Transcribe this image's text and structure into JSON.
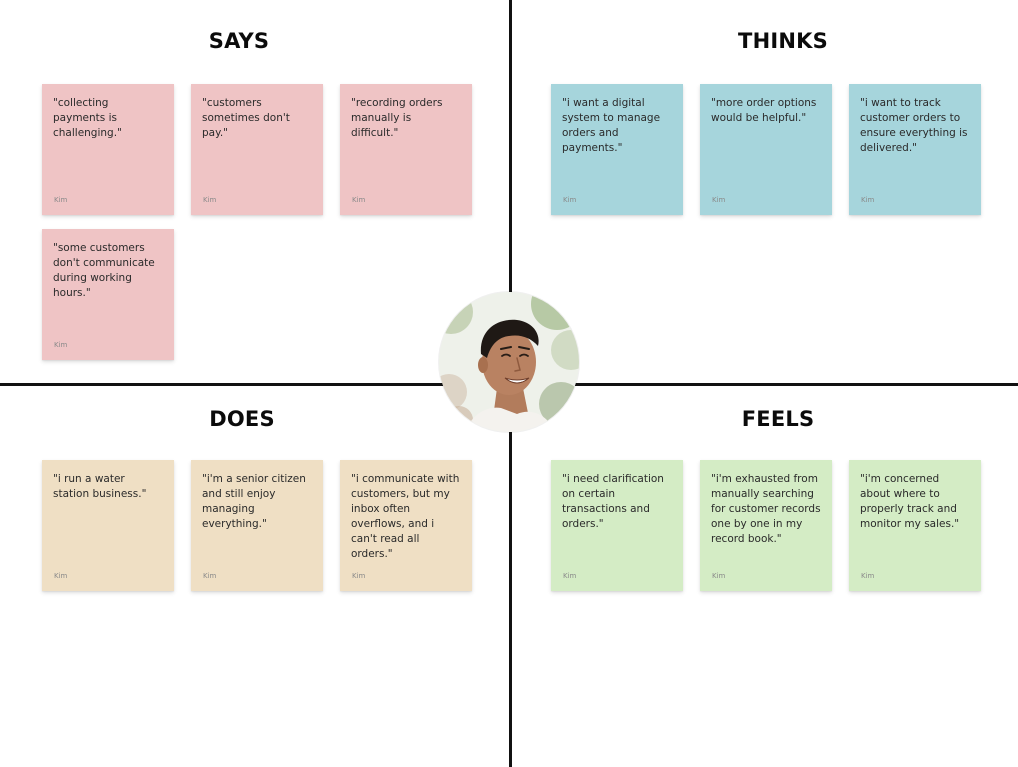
{
  "quadrants": {
    "says": {
      "title": "SAYS",
      "notes": [
        {
          "text": "\"collecting payments is challenging.\"",
          "author": "Kim"
        },
        {
          "text": "\"customers sometimes don't pay.\"",
          "author": "Kim"
        },
        {
          "text": "\"recording orders manually is difficult.\"",
          "author": "Kim"
        },
        {
          "text": "\"some customers don't communicate during working hours.\"",
          "author": "Kim"
        }
      ]
    },
    "thinks": {
      "title": "THINKS",
      "notes": [
        {
          "text": "\"i want a digital system to manage orders and payments.\"",
          "author": "Kim"
        },
        {
          "text": "\"more order options would be helpful.\"",
          "author": "Kim"
        },
        {
          "text": "\"i want to track customer orders to ensure everything is delivered.\"",
          "author": "Kim"
        }
      ]
    },
    "does": {
      "title": "DOES",
      "notes": [
        {
          "text": "\"i run a water station business.\"",
          "author": "Kim"
        },
        {
          "text": "\"i'm a senior citizen and still enjoy managing everything.\"",
          "author": "Kim"
        },
        {
          "text": "\"i communicate with customers, but my inbox often overflows, and i can't read all orders.\"",
          "author": "Kim"
        }
      ]
    },
    "feels": {
      "title": "FEELS",
      "notes": [
        {
          "text": "\"i need clarification on certain transactions and orders.\"",
          "author": "Kim"
        },
        {
          "text": "\"i'm exhausted from manually searching for customer records one by one in my record book.\"",
          "author": "Kim"
        },
        {
          "text": "\"i'm concerned about where to properly track and monitor my sales.\"",
          "author": "Kim"
        }
      ]
    }
  },
  "colors": {
    "says": "#efc4c5",
    "thinks": "#a6d5dc",
    "does": "#efdfc4",
    "feels": "#d4ecc5",
    "divider": "#111111"
  },
  "avatar": {
    "icon": "persona-photo"
  }
}
